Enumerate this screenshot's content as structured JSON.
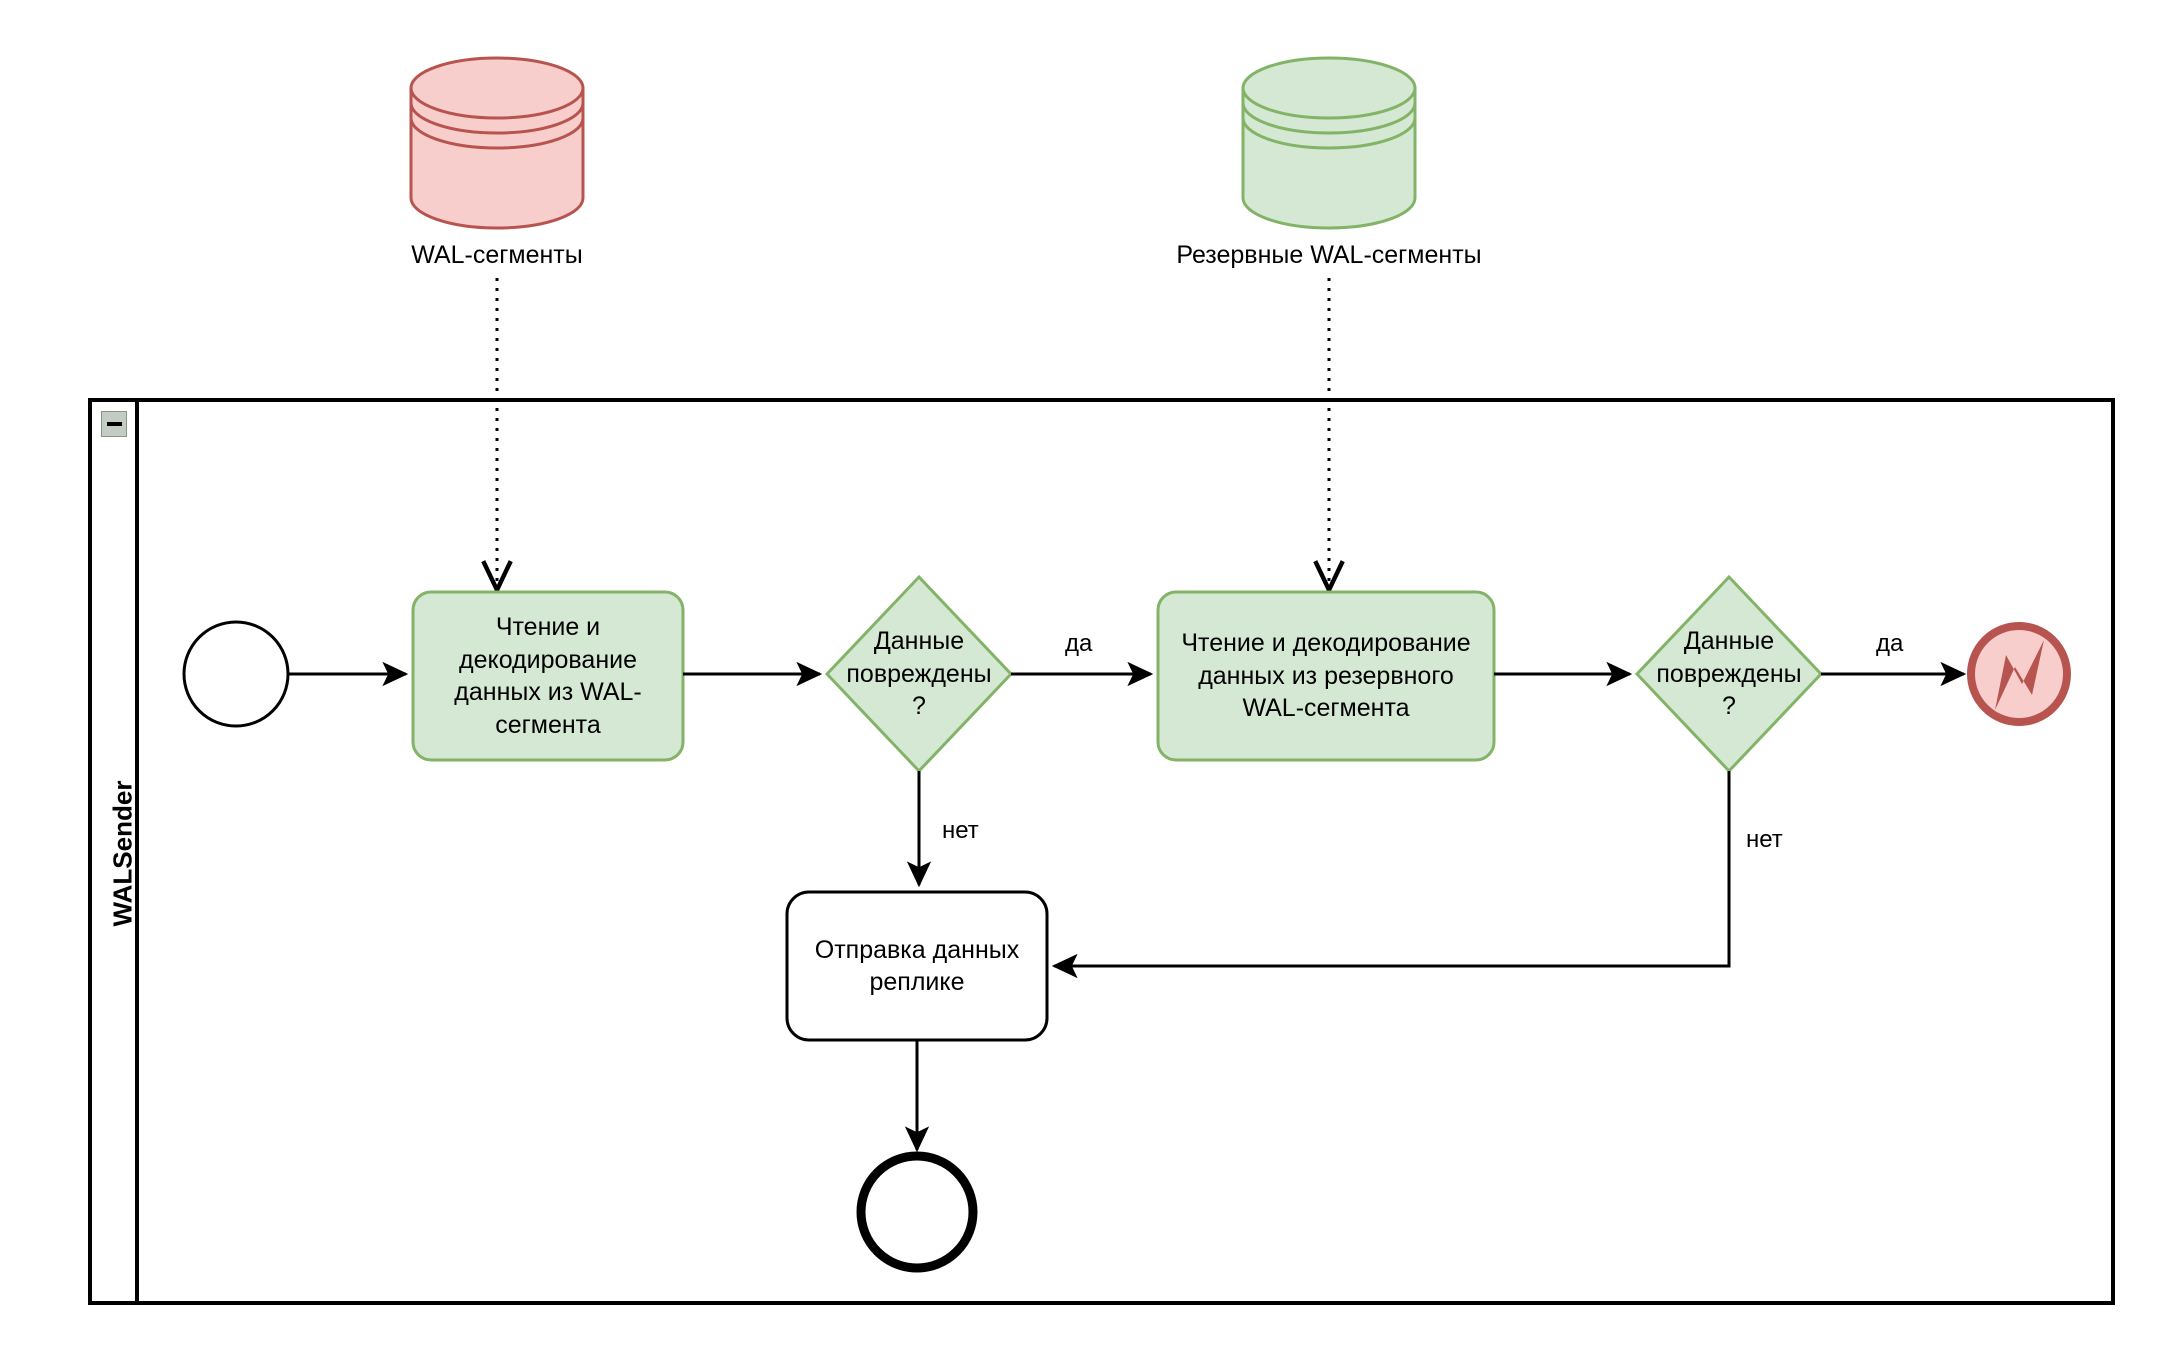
{
  "diagram": {
    "type": "bpmn-flowchart",
    "title": "WALSender",
    "pool": {
      "lane_label": "WALSender",
      "collapse_icon": "minus-icon"
    },
    "colors": {
      "task_fill": "#d5e8d4",
      "task_stroke": "#82b366",
      "gateway_fill": "#d5e8d4",
      "gateway_stroke": "#82b366",
      "datastore_red_fill": "#f8cecc",
      "datastore_red_stroke": "#b85450",
      "datastore_green_fill": "#d5e8d4",
      "datastore_green_stroke": "#82b366",
      "error_fill": "#f8cecc",
      "error_stroke": "#b85450",
      "line": "#000000",
      "pool_border": "#000000"
    },
    "datastores": [
      {
        "id": "wal-segments",
        "label": "WAL-сегменты",
        "variant": "red"
      },
      {
        "id": "backup-wal-segments",
        "label": "Резервные WAL-сегменты",
        "variant": "green"
      }
    ],
    "nodes": [
      {
        "id": "start-event",
        "kind": "start-event",
        "label": ""
      },
      {
        "id": "task-read-wal",
        "kind": "task",
        "label": "Чтение и\nдекодирование\nданных из WAL-\nсегмента"
      },
      {
        "id": "gateway-damaged-1",
        "kind": "gateway",
        "label": "Данные\nповреждены\n?"
      },
      {
        "id": "task-read-backup-wal",
        "kind": "task",
        "label": "Чтение и декодирование\nданных из резервного\nWAL-сегмента"
      },
      {
        "id": "gateway-damaged-2",
        "kind": "gateway",
        "label": "Данные\nповреждены\n?"
      },
      {
        "id": "error-end-event",
        "kind": "error-end-event",
        "label": ""
      },
      {
        "id": "task-send-replica",
        "kind": "task-plain",
        "label": "Отправка данных\nреплике"
      },
      {
        "id": "end-event",
        "kind": "end-event",
        "label": ""
      }
    ],
    "flows": [
      {
        "from": "start-event",
        "to": "task-read-wal",
        "label": ""
      },
      {
        "from": "task-read-wal",
        "to": "gateway-damaged-1",
        "label": ""
      },
      {
        "from": "gateway-damaged-1",
        "to": "task-read-backup-wal",
        "label": "да"
      },
      {
        "from": "gateway-damaged-1",
        "to": "task-send-replica",
        "label": "нет"
      },
      {
        "from": "task-read-backup-wal",
        "to": "gateway-damaged-2",
        "label": ""
      },
      {
        "from": "gateway-damaged-2",
        "to": "error-end-event",
        "label": "да"
      },
      {
        "from": "gateway-damaged-2",
        "to": "task-send-replica",
        "label": "нет"
      },
      {
        "from": "task-send-replica",
        "to": "end-event",
        "label": ""
      }
    ],
    "associations": [
      {
        "from": "wal-segments",
        "to": "task-read-wal",
        "style": "dotted"
      },
      {
        "from": "backup-wal-segments",
        "to": "task-read-backup-wal",
        "style": "dotted"
      }
    ]
  }
}
